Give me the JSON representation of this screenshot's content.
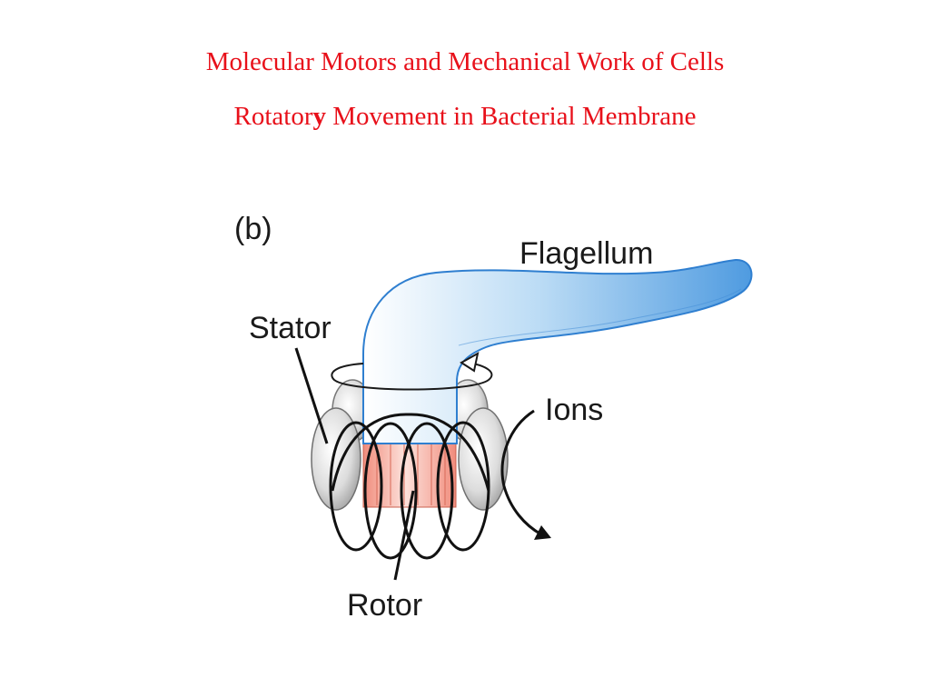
{
  "slide": {
    "title_line1": "Molecular Motors and Mechanical Work of Cells",
    "title_line2_before": "Rotator",
    "title_line2_bold": "y",
    "title_line2_after": " Movement in Bacterial Membrane"
  },
  "diagram": {
    "panel_label": "(b)",
    "labels": {
      "flagellum": "Flagellum",
      "stator": "Stator",
      "ions": "Ions",
      "rotor": "Rotor"
    },
    "colors": {
      "title": "#e8101a",
      "flagellum": "#5aa6e6",
      "rotor": "#f29a8c",
      "stator": "#d9d9d9"
    }
  }
}
